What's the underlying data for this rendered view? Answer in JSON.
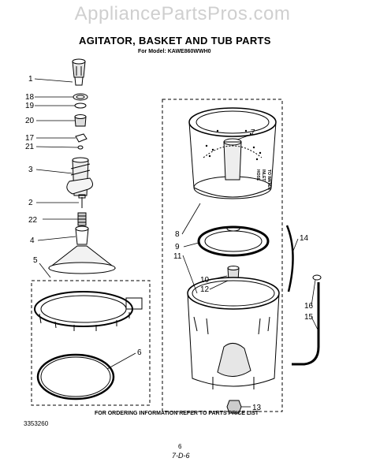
{
  "watermark": "AppliancePartsPros.com",
  "title": "AGITATOR, BASKET AND TUB PARTS",
  "subtitle": "For Model: KAWE860WWH0",
  "footer": {
    "part_number": "3353260",
    "note": "FOR ORDERING INFORMATION REFER TO PARTS PRICE LIST",
    "page": "6",
    "date": "7-D-6"
  },
  "side_label": [
    "TO WATER",
    "INLET",
    "HOSE"
  ],
  "callouts": [
    "1",
    "18",
    "19",
    "20",
    "17",
    "21",
    "3",
    "2",
    "22",
    "4",
    "5",
    "6",
    "7",
    "8",
    "9",
    "11",
    "10",
    "12",
    "14",
    "16",
    "15",
    "13"
  ]
}
